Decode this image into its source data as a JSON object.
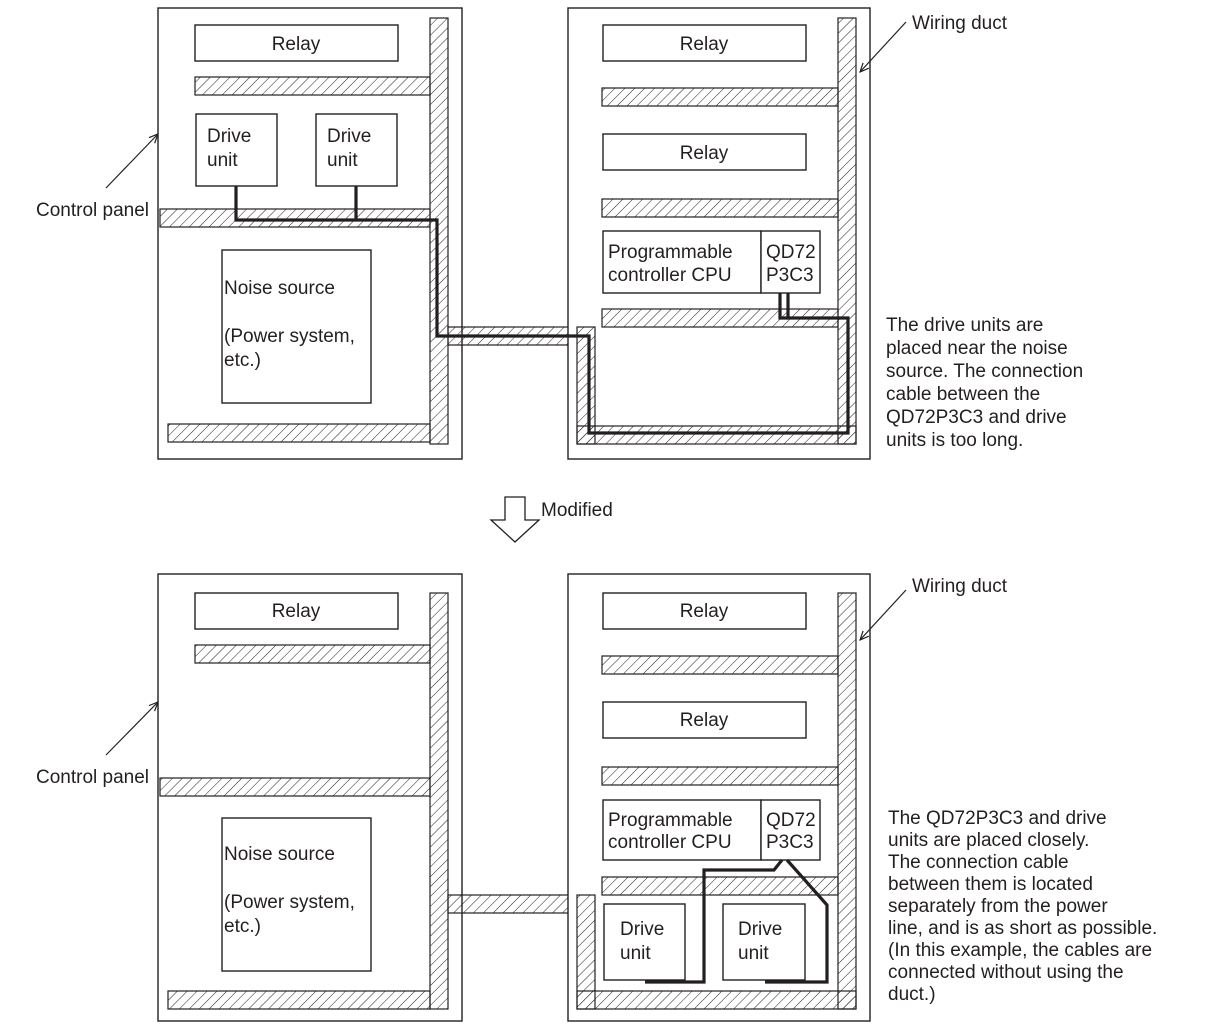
{
  "top": {
    "left_panel": {
      "relay": "Relay",
      "drive_unit_1": [
        "Drive",
        "unit"
      ],
      "drive_unit_2": [
        "Drive",
        "unit"
      ],
      "noise_source": [
        "Noise source",
        "(Power system,",
        "etc.)"
      ]
    },
    "right_panel": {
      "relay_1": "Relay",
      "relay_2": "Relay",
      "cpu": [
        "Programmable",
        "controller CPU"
      ],
      "module": [
        "QD72",
        "P3C3"
      ]
    },
    "control_panel_label": "Control panel",
    "wiring_duct_label": "Wiring duct",
    "note": [
      "The drive units are",
      "placed near the noise",
      "source. The connection",
      "cable between the",
      "QD72P3C3 and drive",
      "units is too long."
    ]
  },
  "modified_label": "Modified",
  "bottom": {
    "left_panel": {
      "relay": "Relay",
      "noise_source": [
        "Noise source",
        "(Power system,",
        "etc.)"
      ]
    },
    "right_panel": {
      "relay_1": "Relay",
      "relay_2": "Relay",
      "cpu": [
        "Programmable",
        "controller CPU"
      ],
      "module": [
        "QD72",
        "P3C3"
      ],
      "drive_unit_1": [
        "Drive",
        "unit"
      ],
      "drive_unit_2": [
        "Drive",
        "unit"
      ]
    },
    "control_panel_label": "Control panel",
    "wiring_duct_label": "Wiring duct",
    "note": [
      "The QD72P3C3 and drive",
      "units are placed closely.",
      "The connection cable",
      "between them is located",
      "separately from the power",
      "line, and is as short as possible.",
      "(In this example, the cables are",
      "connected without using the",
      "duct.)"
    ]
  }
}
